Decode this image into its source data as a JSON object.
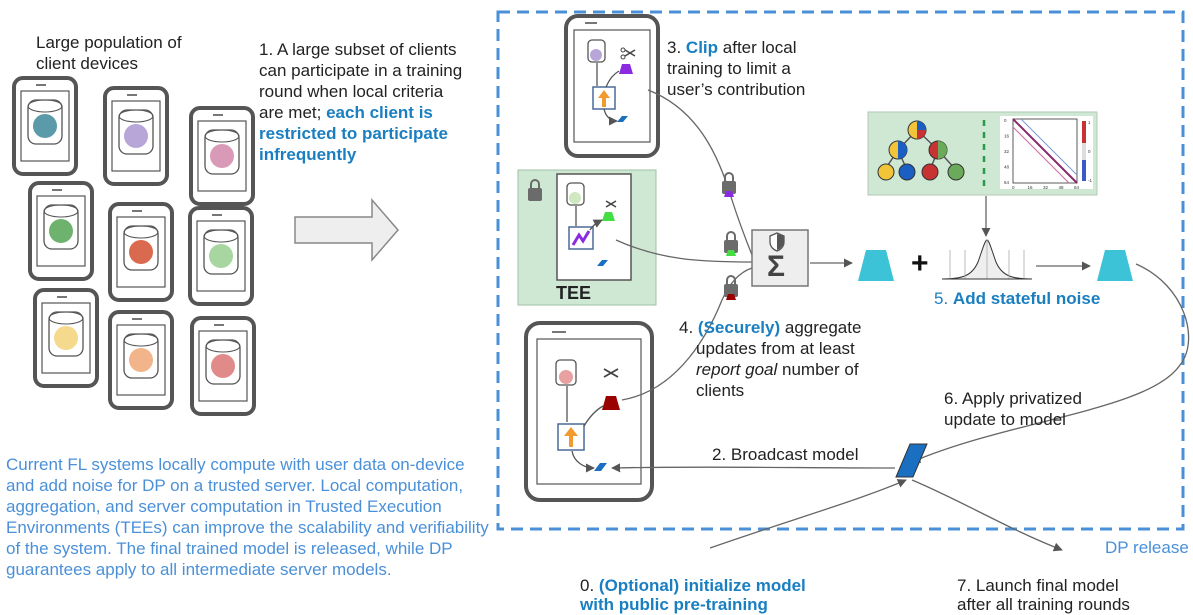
{
  "left": {
    "population_label": [
      "Large population of",
      "client devices"
    ],
    "description": "Current FL systems locally compute with user data on-device and add noise for DP on a trusted server. Local computation, aggregation, and server computation in Trusted Execution Environments (TEEs) can improve the scalability and verifiability of the system. The final trained model is released, while DP guarantees apply to all intermediate server models."
  },
  "step1": {
    "lines": [
      "1. A large subset of clients",
      "can participate in a training",
      "round when local criteria",
      "are met;"
    ],
    "bold_inline": "each client is",
    "bold_lines": [
      "restricted to participate",
      "infrequently"
    ]
  },
  "step3": {
    "prefix": "3.",
    "bold": "Clip",
    "rest": "after local",
    "lines": [
      "training to limit a",
      "user’s contribution"
    ]
  },
  "tee_label": "TEE",
  "step4": {
    "prefix": "4.",
    "bold": "(Securely)",
    "rest": "aggregate",
    "line2": "updates from at least",
    "italic": "report goal",
    "line3_rest": "number of",
    "line4": "clients"
  },
  "step5": {
    "prefix": "5.",
    "bold": "Add stateful noise"
  },
  "step6": {
    "lines": [
      "6. Apply privatized",
      "update to model"
    ]
  },
  "step2": "2. Broadcast model",
  "dp_release": "DP release",
  "step0": {
    "prefix": "0.",
    "bold": "(Optional) initialize model",
    "bold2": "with public pre-training"
  },
  "step7": {
    "lines": [
      "7. Launch final model",
      "after all training rounds"
    ]
  },
  "plus": "+",
  "sigma": "Σ",
  "heatmap_ticks": {
    "y": [
      "0",
      "16",
      "32",
      "48",
      "64"
    ],
    "x": [
      "0",
      "16",
      "32",
      "48",
      "64"
    ],
    "cbar": [
      "1",
      "0",
      "-1"
    ]
  },
  "colors": {
    "dashed_border": "#4a90d9",
    "text_blue": "#1a7fc1",
    "desc_blue": "#4a90d9",
    "tee_green": "#cfe8d4",
    "device_frame": "#555555",
    "trapezoid_cyan": "#3cc3d8",
    "model_blue": "#1a6fc1"
  },
  "client_dot_colors": [
    "#5b9aa8",
    "#b9a6d9",
    "#d99ab8",
    "#6db36d",
    "#d9694f",
    "#a8d6a0",
    "#f5d98c",
    "#f2b48a",
    "#e08a8a"
  ]
}
